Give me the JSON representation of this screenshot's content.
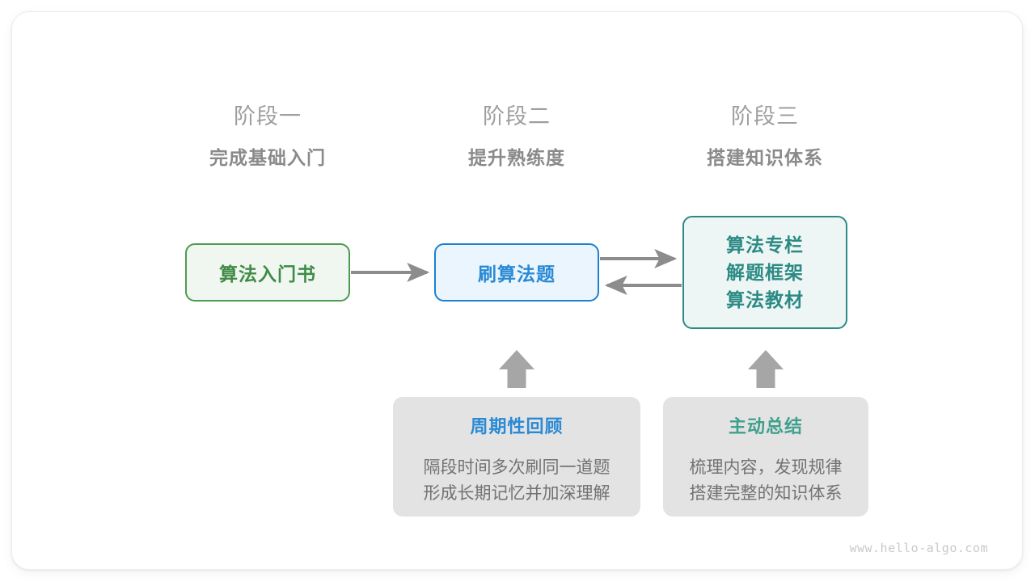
{
  "diagram": {
    "title": "algorithm-learning-roadmap",
    "stages": [
      {
        "index_label": "阶段一",
        "title": "完成基础入门"
      },
      {
        "index_label": "阶段二",
        "title": "提升熟练度"
      },
      {
        "index_label": "阶段三",
        "title": "搭建知识体系"
      }
    ],
    "nodes": {
      "intro_book": {
        "label": "算法入门书"
      },
      "practice": {
        "label": "刷算法题"
      },
      "resources": {
        "line1": "算法专栏",
        "line2": "解题框架",
        "line3": "算法教材"
      }
    },
    "notes": [
      {
        "title": "周期性回顾",
        "line1": "隔段时间多次刷同一道题",
        "line2": "形成长期记忆并加深理解"
      },
      {
        "title": "主动总结",
        "line1": "梳理内容，发现规律",
        "line2": "搭建完整的知识体系"
      }
    ],
    "arrows": [
      {
        "name": "intro-book-to-practice",
        "direction": "right"
      },
      {
        "name": "practice-to-resources",
        "direction": "right"
      },
      {
        "name": "resources-to-practice",
        "direction": "left"
      },
      {
        "name": "review-to-practice",
        "direction": "up"
      },
      {
        "name": "summary-to-resources",
        "direction": "up"
      }
    ],
    "watermark": "www.hello-algo.com",
    "colors": {
      "green": "#4d9a50",
      "green_text": "#3f8b46",
      "green_fill": "#f0f7f0",
      "blue": "#1d80d1",
      "blue_text": "#2a8ad4",
      "blue_fill": "#eaf5fd",
      "teal": "#2c8a85",
      "teal_fill": "#edf6f4",
      "teal_note_text": "#3fa08c",
      "gray_card": "#e3e3e3",
      "gray_text": "#8a8a8a",
      "arrow_gray": "#8c8c8c",
      "block_arrow_gray": "#a6a6a6",
      "watermark": "#c9c9c9"
    }
  }
}
